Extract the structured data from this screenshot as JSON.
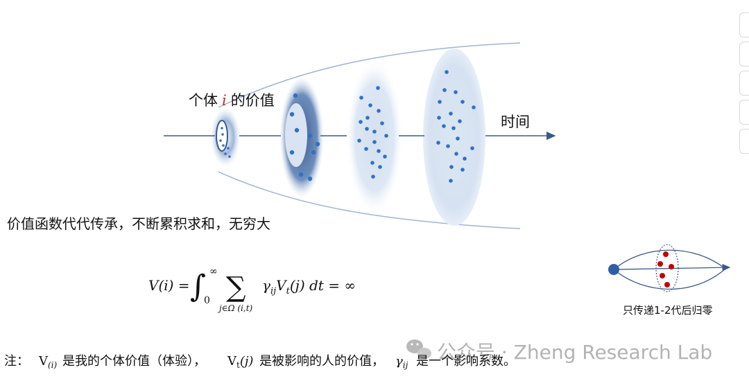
{
  "diagram": {
    "individual_label_prefix": "个体",
    "individual_label_var": "i",
    "individual_label_suffix": "的价值",
    "time_label": "时间",
    "summary_text": "价值函数代代传承，不断累积求和，无穷大",
    "formula": {
      "lhs": "V(i) = ",
      "integral_upper": "∞",
      "integral_lower": "0",
      "sum_sub": "j∈Ω (i,t)",
      "body": "γ",
      "body_sub": "ij",
      "body2": "V",
      "body2_sub": "t",
      "body3": "(j) dt = ∞"
    },
    "inset_caption": "只传递1-2代后归零",
    "note": {
      "prefix": "注：",
      "v1": "V",
      "v1_sub": "(i)",
      "t1": "是我的个体价值（体验），",
      "v2": "V",
      "v2_sub": "t",
      "v2_arg": "(j)",
      "t2": "是被影响的人的价值，",
      "g": "γ",
      "g_sub": "ij",
      "t3": "是一个影响系数。"
    },
    "watermark": "公众号 · Zheng Research Lab",
    "colors": {
      "dot_blue": "#2f72c4",
      "arrow_blue": "#3a5a86",
      "cone_line": "#9db3d3",
      "red_dot": "#c00000",
      "accent_red": "#c0282c"
    }
  }
}
